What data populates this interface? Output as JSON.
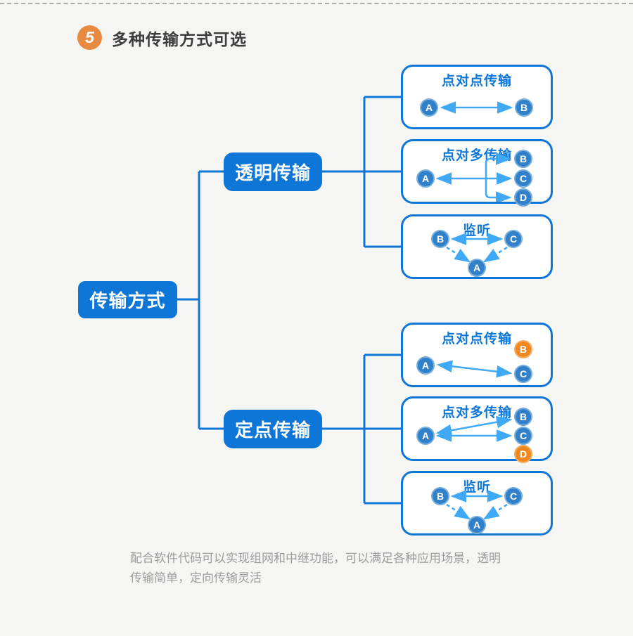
{
  "header": {
    "badge": "5",
    "title": "多种传输方式可选"
  },
  "tree": {
    "root_label": "传输方式",
    "branch_top_label": "透明传输",
    "branch_bottom_label": "定点传输"
  },
  "boxes": [
    {
      "title": "点对点传输",
      "nodes": {
        "a": "A",
        "b": "B"
      }
    },
    {
      "title": "点对多传输",
      "nodes": {
        "a": "A",
        "b": "B",
        "c": "C",
        "d": "D"
      }
    },
    {
      "title": "监听",
      "nodes": {
        "a": "A",
        "b": "B",
        "c": "C"
      }
    },
    {
      "title": "点对点传输",
      "nodes": {
        "a": "A",
        "b": "B",
        "c": "C"
      }
    },
    {
      "title": "点对多传输",
      "nodes": {
        "a": "A",
        "b": "B",
        "c": "C",
        "d": "D"
      }
    },
    {
      "title": "监听",
      "nodes": {
        "a": "A",
        "b": "B",
        "c": "C"
      }
    }
  ],
  "footer": {
    "line1": "配合软件代码可以实现组网和中继功能，可以满足各种应用场景，透明",
    "line2": "传输简单，定向传输灵活"
  },
  "colors": {
    "accent_blue": "#0e76d6",
    "node_circle_blue": "#3181ca",
    "node_circle_orange": "#f08821",
    "arrow_blue": "#3fa9f5",
    "badge_orange": "#e88b41",
    "heading_text": "#3d3d3d",
    "footer_text": "#9c9c9c",
    "background": "#f5f5f4"
  }
}
